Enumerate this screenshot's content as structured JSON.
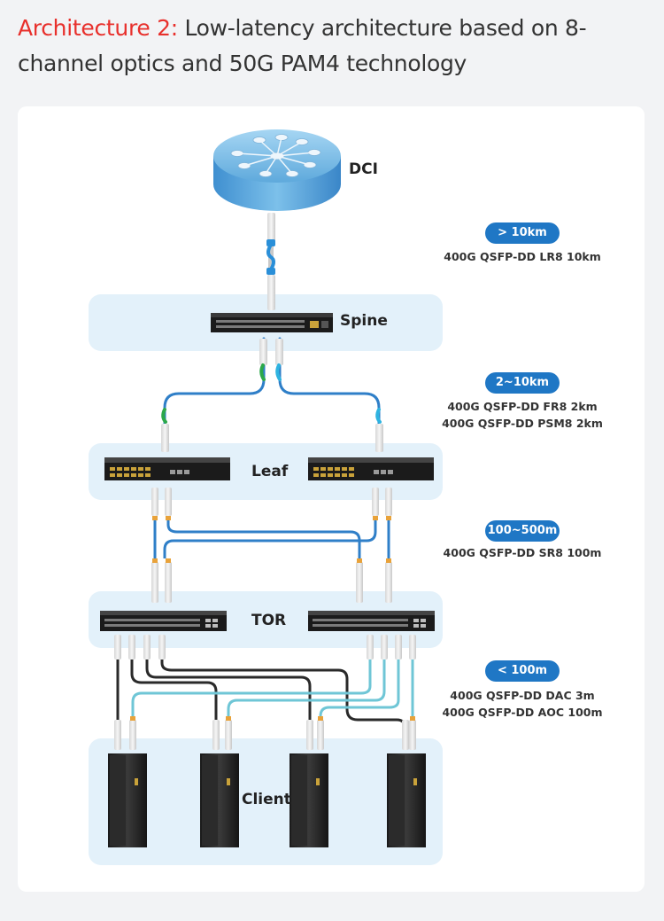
{
  "header": {
    "title_accent": "Architecture 2:",
    "title_rest": " Low-latency architecture based on 8-channel optics and 50G PAM4 technology"
  },
  "layers": {
    "dci": "DCI",
    "spine": "Spine",
    "leaf": "Leaf",
    "tor": "TOR",
    "client": "Client"
  },
  "links": [
    {
      "distance": "> 10km",
      "modules": [
        "400G QSFP-DD LR8 10km"
      ]
    },
    {
      "distance": "2~10km",
      "modules": [
        "400G QSFP-DD FR8 2km",
        "400G QSFP-DD PSM8 2km"
      ]
    },
    {
      "distance": "100~500m",
      "modules": [
        "400G QSFP-DD SR8 100m"
      ]
    },
    {
      "distance": "< 100m",
      "modules": [
        "400G QSFP-DD DAC 3m",
        "400G QSFP-DD AOC 100m"
      ]
    }
  ],
  "colors": {
    "accent_red": "#e8302c",
    "pill_blue": "#1f77c5",
    "zone_bg": "#e3f1fa",
    "fiber_blue": "#2f7fc8",
    "fiber_aqua": "#6fc6d6",
    "dac_black": "#2a2a2a",
    "pull_green": "#2ca84a",
    "pull_cyan": "#2eb3e0"
  }
}
